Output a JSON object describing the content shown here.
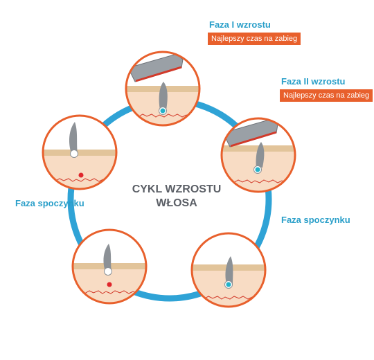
{
  "title_line1": "CYKL WZROSTU",
  "title_line2": "WŁOSA",
  "labels": {
    "phase1": "Faza I wzrostu",
    "phase2": "Faza II wzrostu",
    "rest_left": "Faza spoczynku",
    "rest_right": "Faza spoczynku"
  },
  "badges": {
    "phase1": "Najlepszy czas na zabieg",
    "phase2": "Najlepszy czas na zabieg"
  },
  "colors": {
    "ring": "#2fa3d6",
    "circle_border": "#e8602c",
    "skin": "#f8dcc4",
    "epidermis": "#e2c49a",
    "vessel": "#d23a2a",
    "hair": "#8c9196",
    "bulb_active": "#22b2c9",
    "bulb_rest": "#e0262c",
    "label_blue": "#2a9fc9",
    "badge_bg": "#e8602c",
    "title_gray": "#5b5f66"
  },
  "icons": [
    "laser-device-icon",
    "hair-follicle-icon"
  ]
}
